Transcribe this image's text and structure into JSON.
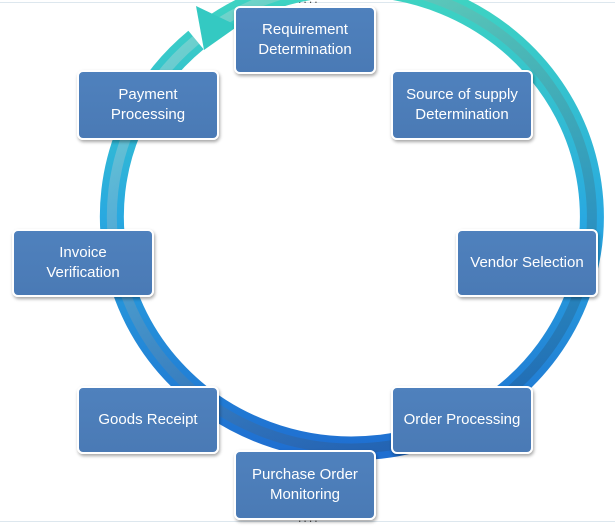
{
  "diagram": {
    "type": "cycle",
    "nodes": [
      {
        "id": "req",
        "label": "Requirement\nDetermination"
      },
      {
        "id": "src",
        "label": "Source of supply\nDetermination"
      },
      {
        "id": "vendor",
        "label": "Vendor Selection"
      },
      {
        "id": "order",
        "label": "Order Processing"
      },
      {
        "id": "po",
        "label": "Purchase Order\nMonitoring"
      },
      {
        "id": "goods",
        "label": "Goods Receipt"
      },
      {
        "id": "invoice",
        "label": "Invoice\nVerification"
      },
      {
        "id": "payment",
        "label": "Payment\nProcessing"
      }
    ],
    "edges": [
      {
        "from": "req",
        "to": "src"
      },
      {
        "from": "src",
        "to": "vendor"
      },
      {
        "from": "vendor",
        "to": "order"
      },
      {
        "from": "order",
        "to": "po"
      },
      {
        "from": "po",
        "to": "goods"
      },
      {
        "from": "goods",
        "to": "invoice"
      },
      {
        "from": "invoice",
        "to": "payment"
      },
      {
        "from": "payment",
        "to": "req"
      }
    ],
    "colors": {
      "node_fill": "#4f81bd",
      "node_border": "#ffffff",
      "node_text": "#ffffff",
      "ring_top": "#3fd6c0",
      "ring_bottom": "#1f6fd1"
    }
  }
}
